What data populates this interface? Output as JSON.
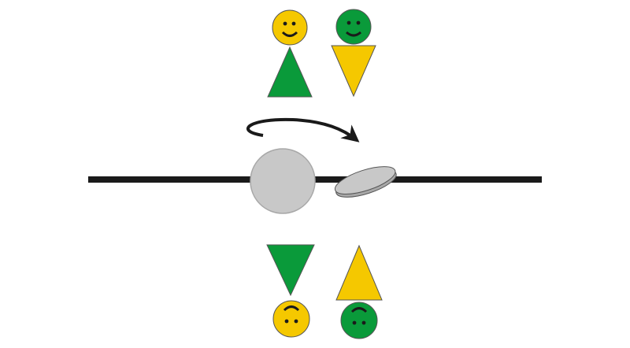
{
  "colors": {
    "background": "#ffffff",
    "yellow": "#f5c800",
    "green": "#0a9a3a",
    "line": "#1a1a1a",
    "disk_fill": "#c8c8c8",
    "disk_stroke": "#a8a8a8",
    "outline": "#555555"
  },
  "figures": {
    "top_left": {
      "head": "yellow",
      "body": "green",
      "body_shape": "triangle-up",
      "face": "smile",
      "orientation": "upright"
    },
    "top_right": {
      "head": "green",
      "body": "yellow",
      "body_shape": "triangle-down",
      "face": "smile",
      "orientation": "upright"
    },
    "bottom_left": {
      "head": "yellow",
      "body": "green",
      "body_shape": "triangle-down",
      "face": "smile",
      "orientation": "inverted"
    },
    "bottom_right": {
      "head": "green",
      "body": "yellow",
      "body_shape": "triangle-up",
      "face": "smile",
      "orientation": "inverted"
    }
  },
  "mirror": {
    "axis": "horizontal-line",
    "disk_face_on": "circle",
    "disk_edge_on": "tilted-ellipse"
  },
  "rotation_arrow": {
    "direction": "clockwise",
    "icon": "curved-arrow-icon"
  }
}
